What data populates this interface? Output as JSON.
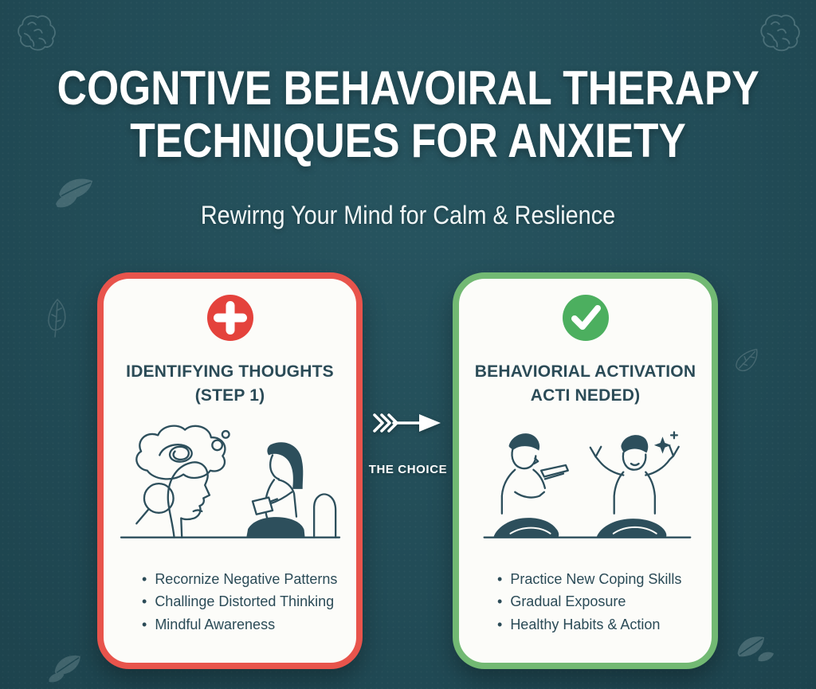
{
  "page": {
    "title_line1": "COGNTIVE BEHAVOIRAL THERAPY",
    "title_line2": "TECHNIQUES FOR ANXIETY",
    "subtitle": "Rewirng Your Mind for Calm & Reslience"
  },
  "middle": {
    "label": "THE CHOICE",
    "icon": "arrow-right-icon"
  },
  "cards": {
    "left": {
      "icon": "plus-icon",
      "title_line1": "IDENTIFYING THOUGHTS",
      "title_line2": "(STEP 1)",
      "illustration": "person-with-tangled-thoughts-magnifier-and-therapist",
      "bullets": [
        "Recornize Negative Patterns",
        "Challinge Distorted Thinking",
        "Mindful Awareness"
      ]
    },
    "right": {
      "icon": "check-icon",
      "title_line1": "BEHAVIORIAL ACTIVATION",
      "title_line2": "ACTI NEDED)",
      "illustration": "two-people-practicing-activities",
      "bullets": [
        "Practice New Coping Skills",
        "Gradual Exposure",
        "Healthy Habits & Action"
      ]
    }
  },
  "decorations": [
    "brain-icon",
    "leaf-icon"
  ],
  "colors": {
    "background": "#224c57",
    "card_background": "#fcfcf9",
    "red_accent": "#e8544c",
    "green_accent": "#72b973",
    "red_badge": "#e4423c",
    "green_badge": "#4caf5f",
    "dark_text": "#2b4b57",
    "white": "#ffffff"
  }
}
